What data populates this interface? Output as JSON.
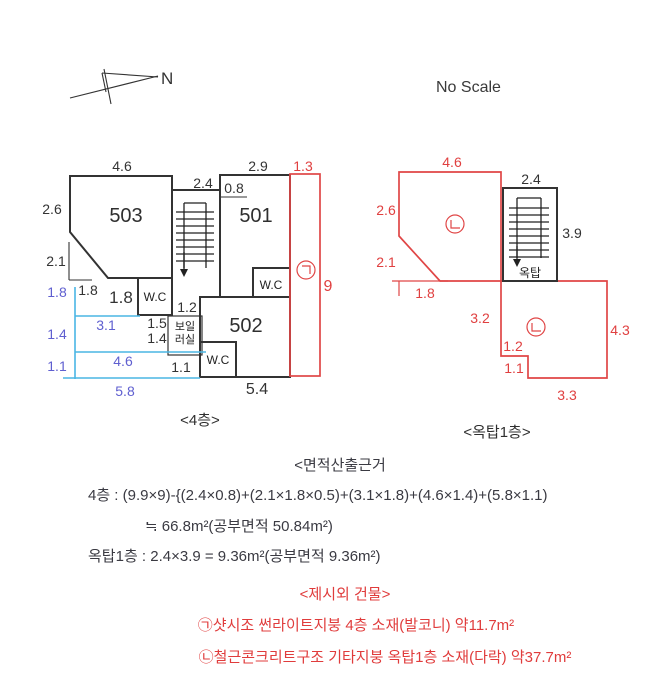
{
  "header": {
    "no_scale": "No Scale",
    "north": "N"
  },
  "floor4": {
    "caption": "<4층>",
    "unit_503": "503",
    "unit_501": "501",
    "unit_502": "502",
    "wc_503": "W.C",
    "wc_501": "W.C",
    "wc_502": "W.C",
    "boiler_l1": "보일",
    "boiler_l2": "러실",
    "dim_top_46": "4.6",
    "dim_top_24": "2.4",
    "dim_top_29": "2.9",
    "dim_red_13": "1.3",
    "dim_08": "0.8",
    "dim_left_26": "2.6",
    "dim_left_21": "2.1",
    "dim_18_small": "1.8",
    "dim_18_big": "1.8",
    "dim_12": "1.2",
    "dim_15": "1.5",
    "dim_14": "1.4",
    "dim_11": "1.1",
    "dim_bottom_54": "5.4",
    "dim_red_9": "9",
    "blue_18": "1.8",
    "blue_14": "1.4",
    "blue_11": "1.1",
    "blue_31": "3.1",
    "blue_46": "4.6",
    "blue_58": "5.8"
  },
  "rooftop": {
    "caption": "<옥탑1층>",
    "stair_room": "옥탑",
    "dim_46": "4.6",
    "dim_26": "2.6",
    "dim_21": "2.1",
    "dim_18": "1.8",
    "dim_24": "2.4",
    "dim_39": "3.9",
    "dim_32": "3.2",
    "dim_12": "1.2",
    "dim_11": "1.1",
    "dim_43": "4.3",
    "dim_33": "3.3"
  },
  "symbols": {
    "ga": "㉠",
    "na": "㉡"
  },
  "notes": {
    "area_title": "<면적산출근거",
    "calc_4f": "4층 : (9.9×9)-{(2.4×0.8)+(2.1×1.8×0.5)+(3.1×1.8)+(4.6×1.4)+(5.8×1.1)",
    "calc_4f_result": "≒ 66.8m²(공부면적 50.84m²)",
    "calc_roof": "옥탑1층 : 2.4×3.9 = 9.36m²(공부면적 9.36m²)",
    "extra_title": "<제시외 건물>",
    "extra_ga": "㉠샷시조 썬라이트지붕 4층 소재(발코니) 약11.7m²",
    "extra_na": "㉡철근콘크리트구조 기타지붕 옥탑1층 소재(다락) 약37.7m²"
  },
  "colors": {
    "red": "#e04646",
    "blue_dim": "#5f5fd0",
    "cyan_line": "#4ab6e4",
    "unit503_fill": "#e9efc8",
    "unit501_fill": "#fbf6d3",
    "unit502_fill": "#dcecf6",
    "boiler_fill": "#d6cde6",
    "wall": "#333333",
    "text": "#3a3a42"
  }
}
